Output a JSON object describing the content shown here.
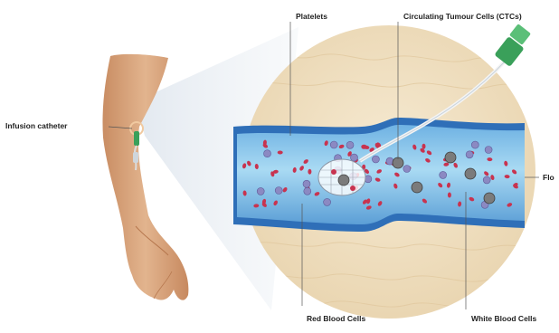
{
  "labels": {
    "infusion_catheter": "Infusion catheter",
    "platelets": "Platelets",
    "ctcs": "Circulating Tumour Cells (CTCs)",
    "flow": "Flo",
    "red_blood_cells": "Red Blood Cells",
    "white_blood_cells": "White Blood Cells"
  },
  "colors": {
    "skin": "#d8a57c",
    "tissue": "#efe2c5",
    "vessel_outer": "#2f6fb8",
    "vessel_inner": "#8fc9ec",
    "red_cell": "#c8334f",
    "white_cell": "#8b89c2",
    "tumour_cell": "#7b7b7b",
    "catheter_cap": "#3aa05a"
  },
  "icons": {
    "catheter_device": "catheter-icon",
    "capture_mesh": "mesh-basket-icon"
  }
}
